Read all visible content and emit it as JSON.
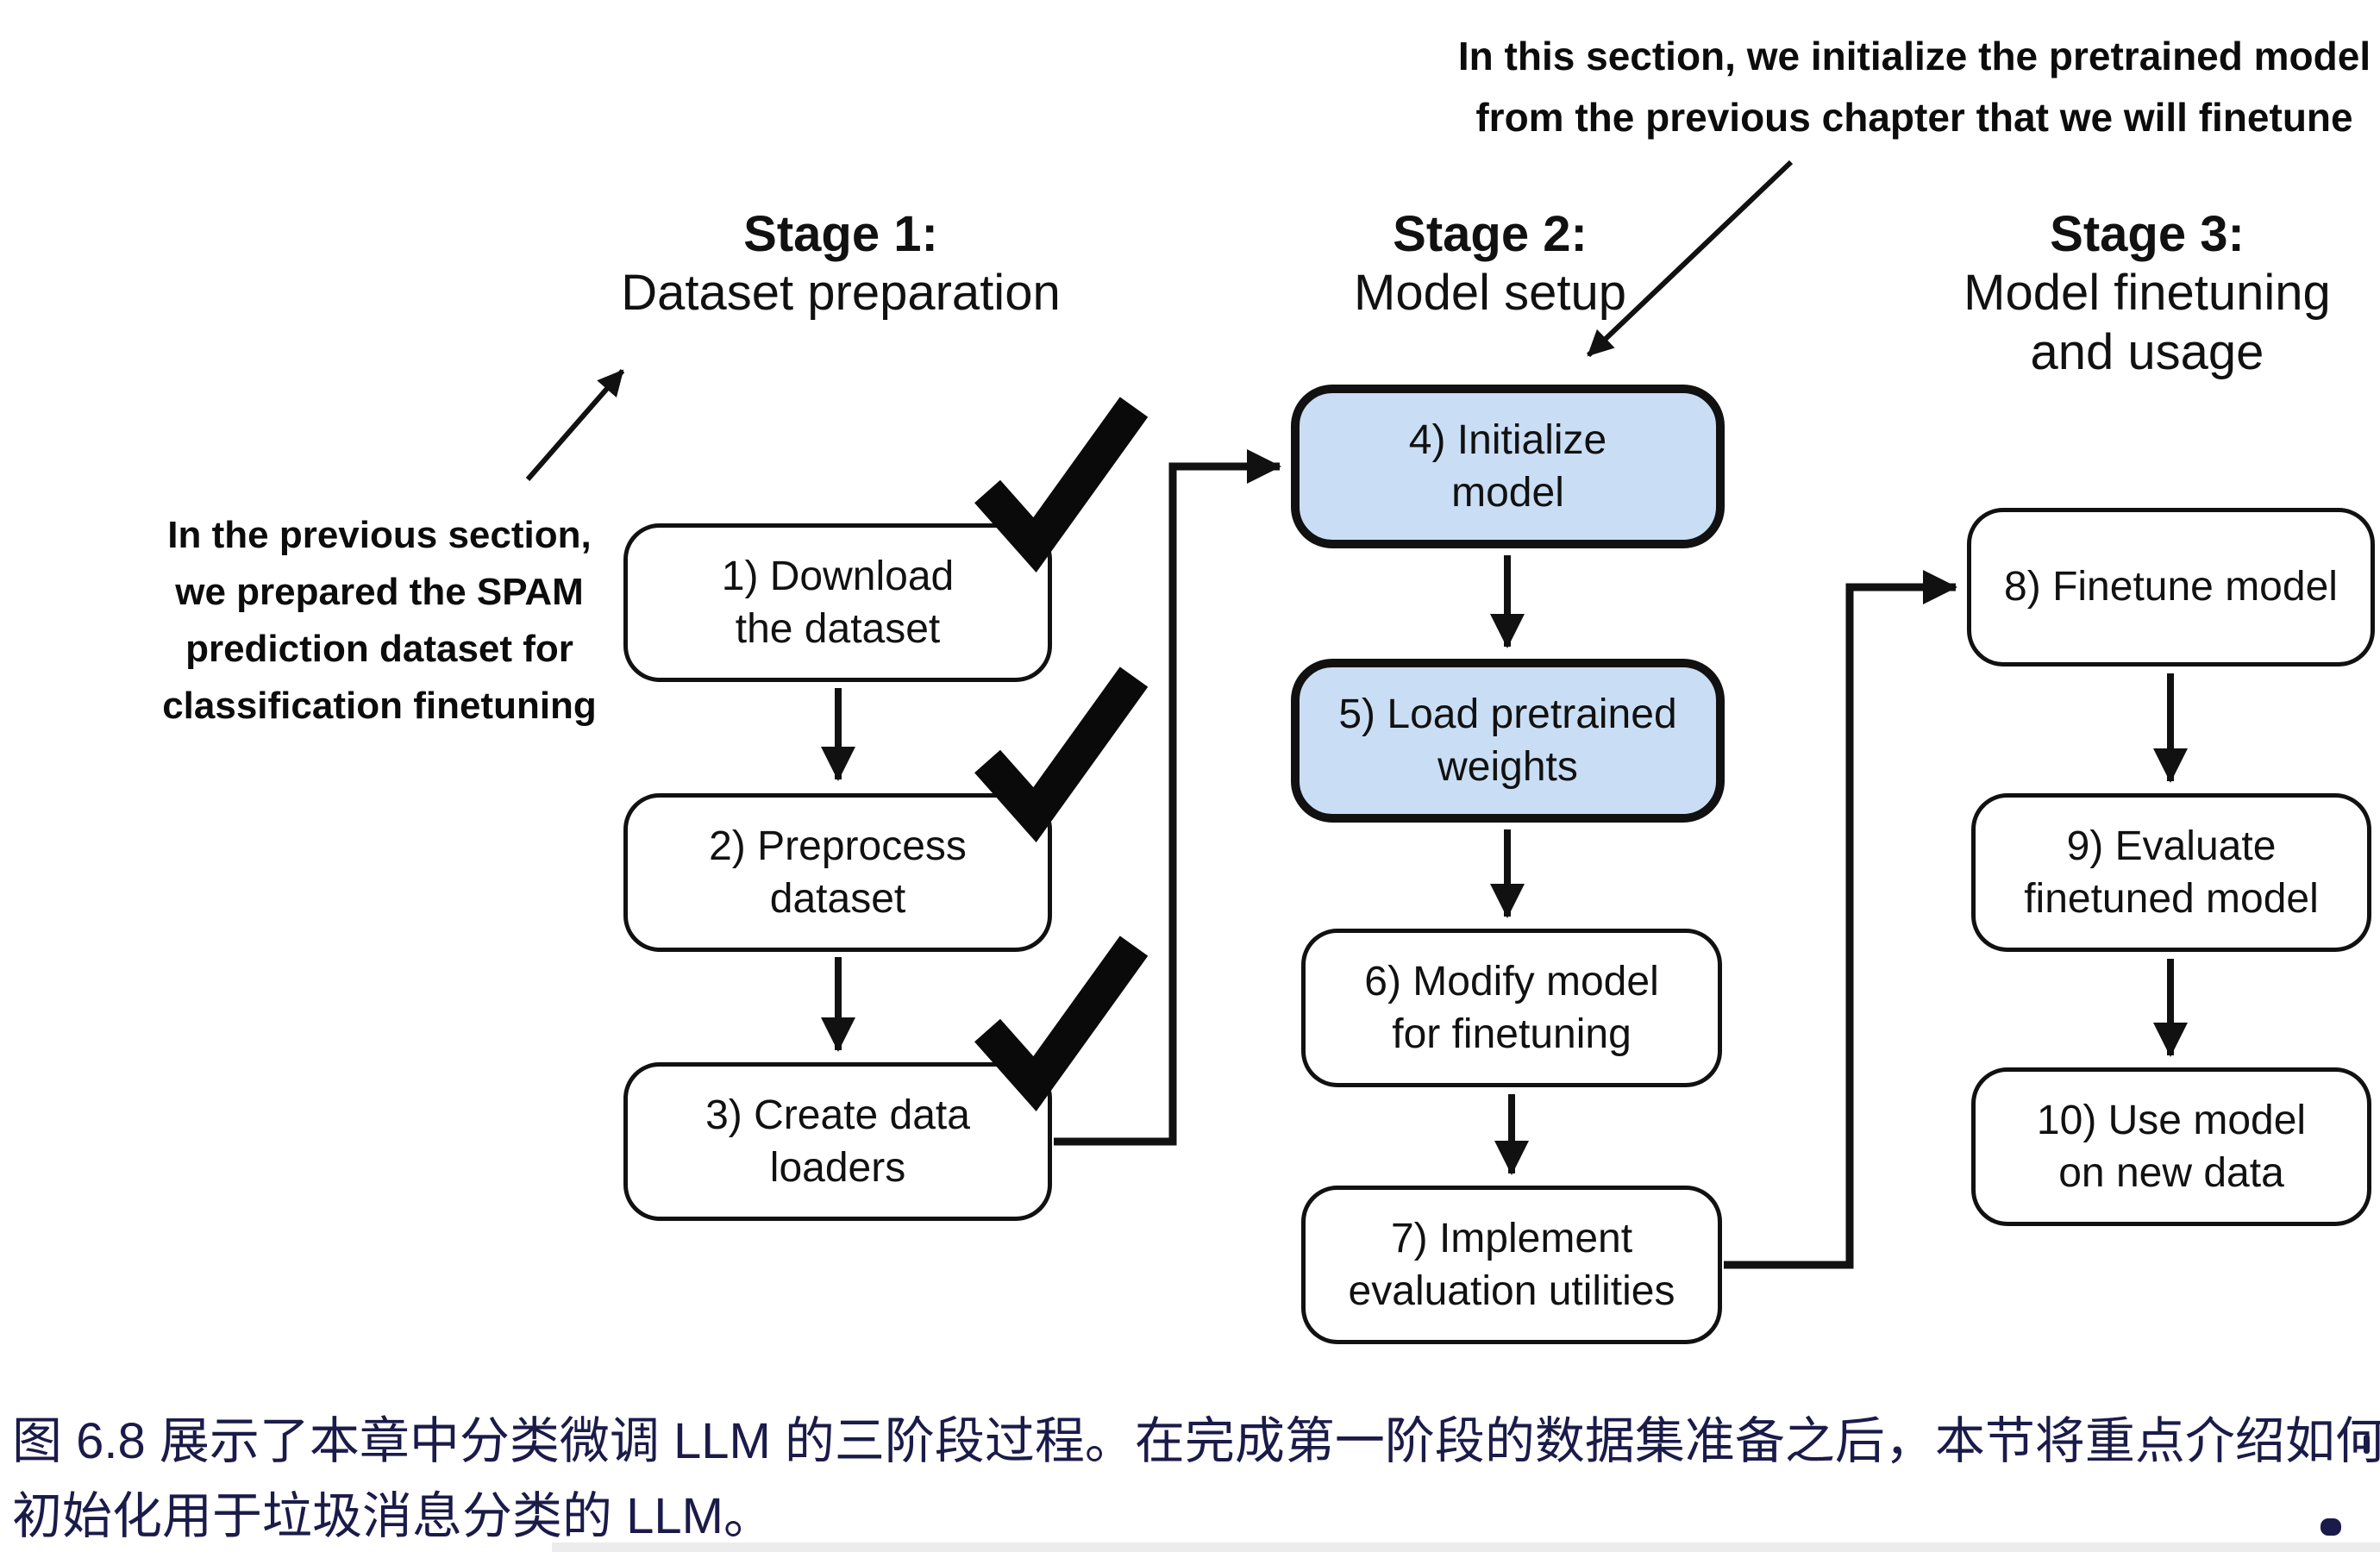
{
  "figure": {
    "annotations": {
      "top": "In this section, we initialize the pretrained model\nfrom the previous chapter that we will finetune",
      "left": "In the previous section,\nwe prepared the SPAM\nprediction dataset for\nclassification finetuning"
    },
    "stages": [
      {
        "title": "Stage 1:",
        "subtitle": "Dataset preparation",
        "boxes": [
          {
            "label": "1) Download\nthe dataset",
            "checked": true,
            "highlighted": false
          },
          {
            "label": "2) Preprocess\ndataset",
            "checked": true,
            "highlighted": false
          },
          {
            "label": "3) Create data\nloaders",
            "checked": true,
            "highlighted": false
          }
        ]
      },
      {
        "title": "Stage 2:",
        "subtitle": "Model setup",
        "boxes": [
          {
            "label": "4) Initialize\nmodel",
            "checked": false,
            "highlighted": true
          },
          {
            "label": "5) Load pretrained\nweights",
            "checked": false,
            "highlighted": true
          },
          {
            "label": "6) Modify model\nfor finetuning",
            "checked": false,
            "highlighted": false
          },
          {
            "label": "7) Implement\nevaluation utilities",
            "checked": false,
            "highlighted": false
          }
        ]
      },
      {
        "title": "Stage 3:",
        "subtitle": "Model finetuning\nand usage",
        "boxes": [
          {
            "label": "8) Finetune model",
            "checked": false,
            "highlighted": false
          },
          {
            "label": "9) Evaluate\nfinetuned model",
            "checked": false,
            "highlighted": false
          },
          {
            "label": "10) Use model\non new data",
            "checked": false,
            "highlighted": false
          }
        ]
      }
    ],
    "icons": {
      "checkmark": "✓"
    },
    "caption": {
      "line1": "图 6.8 展示了本章中分类微调 LLM 的三阶段过程。在完成第一阶段的数据集准备之后，本节将重点介绍如何",
      "line2": "初始化用于垃圾消息分类的 LLM。"
    },
    "colors": {
      "highlight_fill": "#c9def4",
      "caption_text": "#1b1b4a",
      "diagram_ink": "#111111"
    }
  }
}
